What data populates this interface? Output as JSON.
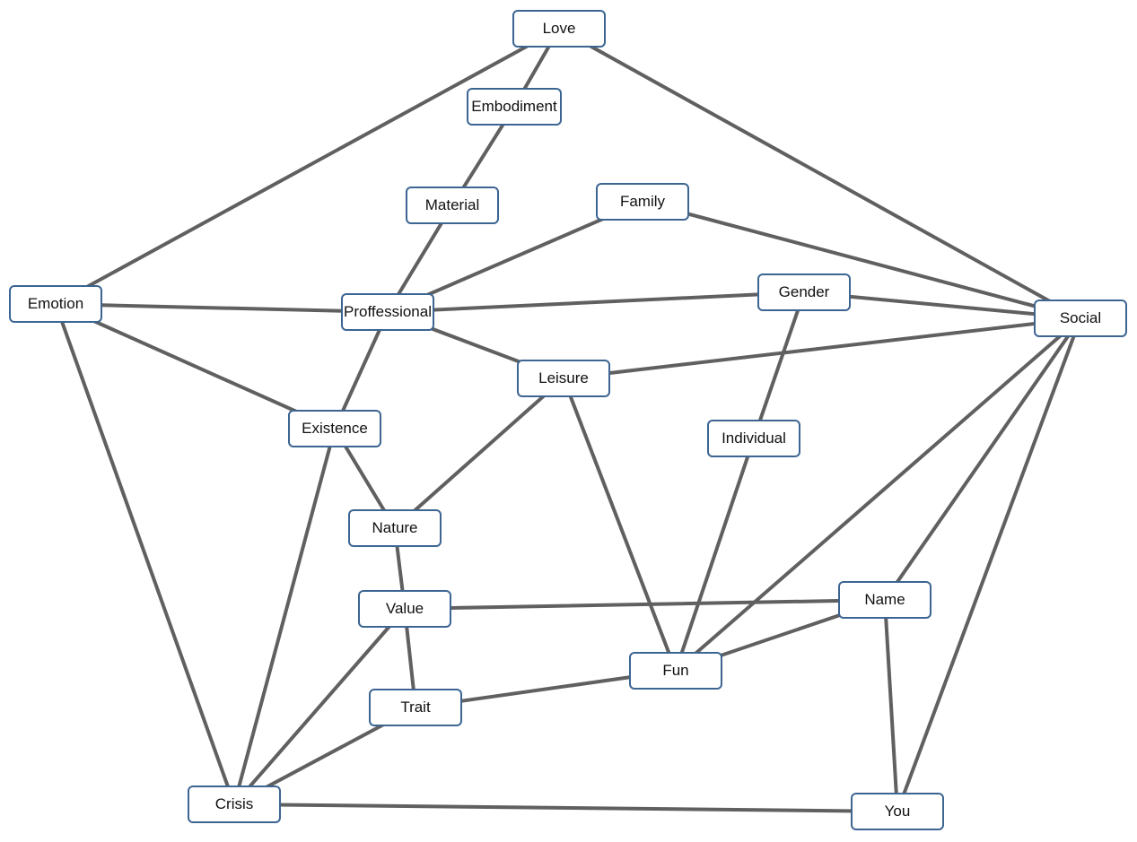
{
  "nodes": {
    "love": "Love",
    "embodiment": "Embodiment",
    "material": "Material",
    "family": "Family",
    "emotion": "Emotion",
    "proffessional": "Proffessional",
    "gender": "Gender",
    "social": "Social",
    "leisure": "Leisure",
    "existence": "Existence",
    "individual": "Individual",
    "nature": "Nature",
    "value": "Value",
    "name": "Name",
    "fun": "Fun",
    "trait": "Trait",
    "crisis": "Crisis",
    "you": "You"
  },
  "edges": [
    [
      "love",
      "embodiment"
    ],
    [
      "love",
      "emotion"
    ],
    [
      "love",
      "social"
    ],
    [
      "embodiment",
      "material"
    ],
    [
      "material",
      "proffessional"
    ],
    [
      "family",
      "proffessional"
    ],
    [
      "family",
      "social"
    ],
    [
      "emotion",
      "proffessional"
    ],
    [
      "emotion",
      "existence"
    ],
    [
      "emotion",
      "crisis"
    ],
    [
      "proffessional",
      "gender"
    ],
    [
      "proffessional",
      "leisure"
    ],
    [
      "proffessional",
      "existence"
    ],
    [
      "gender",
      "social"
    ],
    [
      "gender",
      "individual"
    ],
    [
      "leisure",
      "social"
    ],
    [
      "leisure",
      "nature"
    ],
    [
      "leisure",
      "fun"
    ],
    [
      "existence",
      "nature"
    ],
    [
      "existence",
      "crisis"
    ],
    [
      "nature",
      "value"
    ],
    [
      "individual",
      "fun"
    ],
    [
      "value",
      "name"
    ],
    [
      "value",
      "trait"
    ],
    [
      "value",
      "crisis"
    ],
    [
      "trait",
      "fun"
    ],
    [
      "trait",
      "crisis"
    ],
    [
      "fun",
      "name"
    ],
    [
      "fun",
      "social"
    ],
    [
      "name",
      "social"
    ],
    [
      "name",
      "you"
    ],
    [
      "you",
      "social"
    ],
    [
      "crisis",
      "you"
    ]
  ]
}
